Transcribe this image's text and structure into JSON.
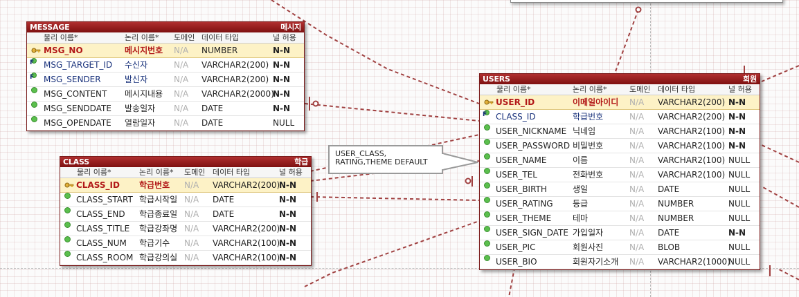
{
  "colors": {
    "header": "#8e1b1b",
    "relation_line": "#a04040",
    "pk_row": "#fdf2c6",
    "attr_dot": "#5bbf4d",
    "fk": "#17307a"
  },
  "column_headers": {
    "message": [
      "물리 이름*",
      "논리 이름*",
      "도메인",
      "데이터 타입",
      "널 허용"
    ],
    "class": [
      "물리 이름*",
      "논리 이름*",
      "도메인",
      "데이터 타입",
      "널 허용"
    ],
    "users": [
      "물리 이름*",
      "논리 이름*",
      "도메인",
      "데이터 타입",
      "널 허용"
    ]
  },
  "entities": {
    "message": {
      "name": "MESSAGE",
      "logical": "메시지",
      "rows": [
        {
          "kind": "pk",
          "icon": "key-icon",
          "physical": "MSG_NO",
          "logical": "메시지번호",
          "domain": "N/A",
          "type": "NUMBER",
          "null": "N-N"
        },
        {
          "kind": "fk",
          "icon": "foreign-key-icon",
          "physical": "MSG_TARGET_ID",
          "logical": "수신자",
          "domain": "N/A",
          "type": "VARCHAR2(200)",
          "null": "N-N"
        },
        {
          "kind": "fk",
          "icon": "foreign-key-icon",
          "physical": "MSG_SENDER",
          "logical": "발신자",
          "domain": "N/A",
          "type": "VARCHAR2(200)",
          "null": "N-N"
        },
        {
          "kind": "attr",
          "icon": "attribute-dot-icon",
          "physical": "MSG_CONTENT",
          "logical": "메시지내용",
          "domain": "N/A",
          "type": "VARCHAR2(2000)",
          "null": "N-N"
        },
        {
          "kind": "attr",
          "icon": "attribute-dot-icon",
          "physical": "MSG_SENDDATE",
          "logical": "발송일자",
          "domain": "N/A",
          "type": "DATE",
          "null": "N-N"
        },
        {
          "kind": "attr",
          "icon": "attribute-dot-icon",
          "physical": "MSG_OPENDATE",
          "logical": "열람일자",
          "domain": "N/A",
          "type": "DATE",
          "null": "NULL"
        }
      ]
    },
    "class": {
      "name": "CLASS",
      "logical": "학급",
      "rows": [
        {
          "kind": "pk",
          "icon": "key-icon",
          "physical": "CLASS_ID",
          "logical": "학급번호",
          "domain": "N/A",
          "type": "VARCHAR2(200)",
          "null": "N-N"
        },
        {
          "kind": "attr",
          "icon": "attribute-dot-icon",
          "physical": "CLASS_START",
          "logical": "학급시작일",
          "domain": "N/A",
          "type": "DATE",
          "null": "N-N"
        },
        {
          "kind": "attr",
          "icon": "attribute-dot-icon",
          "physical": "CLASS_END",
          "logical": "학급종료일",
          "domain": "N/A",
          "type": "DATE",
          "null": "N-N"
        },
        {
          "kind": "attr",
          "icon": "attribute-dot-icon",
          "physical": "CLASS_TITLE",
          "logical": "학급강좌명",
          "domain": "N/A",
          "type": "VARCHAR2(200)",
          "null": "N-N"
        },
        {
          "kind": "attr",
          "icon": "attribute-dot-icon",
          "physical": "CLASS_NUM",
          "logical": "학급기수",
          "domain": "N/A",
          "type": "VARCHAR2(100)",
          "null": "N-N"
        },
        {
          "kind": "attr",
          "icon": "attribute-dot-icon",
          "physical": "CLASS_ROOM",
          "logical": "학급강의실",
          "domain": "N/A",
          "type": "VARCHAR2(100)",
          "null": "N-N"
        }
      ]
    },
    "users": {
      "name": "USERS",
      "logical": "회원",
      "rows": [
        {
          "kind": "pk",
          "icon": "key-icon",
          "physical": "USER_ID",
          "logical": "이메일아이디",
          "domain": "N/A",
          "type": "VARCHAR2(200)",
          "null": "N-N"
        },
        {
          "kind": "fk",
          "icon": "foreign-key-icon",
          "physical": "CLASS_ID",
          "logical": "학급번호",
          "domain": "N/A",
          "type": "VARCHAR2(200)",
          "null": "N-N"
        },
        {
          "kind": "attr",
          "icon": "attribute-dot-icon",
          "physical": "USER_NICKNAME",
          "logical": "닉네임",
          "domain": "N/A",
          "type": "VARCHAR2(100)",
          "null": "N-N"
        },
        {
          "kind": "attr",
          "icon": "attribute-dot-icon",
          "physical": "USER_PASSWORD",
          "logical": "비밀번호",
          "domain": "N/A",
          "type": "VARCHAR2(100)",
          "null": "N-N"
        },
        {
          "kind": "attr",
          "icon": "attribute-dot-icon",
          "physical": "USER_NAME",
          "logical": "이름",
          "domain": "N/A",
          "type": "VARCHAR2(100)",
          "null": "NULL"
        },
        {
          "kind": "attr",
          "icon": "attribute-dot-icon",
          "physical": "USER_TEL",
          "logical": "전화번호",
          "domain": "N/A",
          "type": "VARCHAR2(100)",
          "null": "NULL"
        },
        {
          "kind": "attr",
          "icon": "attribute-dot-icon",
          "physical": "USER_BIRTH",
          "logical": "생일",
          "domain": "N/A",
          "type": "DATE",
          "null": "NULL"
        },
        {
          "kind": "attr",
          "icon": "attribute-dot-icon",
          "physical": "USER_RATING",
          "logical": "등급",
          "domain": "N/A",
          "type": "NUMBER",
          "null": "NULL"
        },
        {
          "kind": "attr",
          "icon": "attribute-dot-icon",
          "physical": "USER_THEME",
          "logical": "테마",
          "domain": "N/A",
          "type": "NUMBER",
          "null": "NULL"
        },
        {
          "kind": "attr",
          "icon": "attribute-dot-icon",
          "physical": "USER_SIGN_DATE",
          "logical": "가입일자",
          "domain": "N/A",
          "type": "DATE",
          "null": "N-N"
        },
        {
          "kind": "attr",
          "icon": "attribute-dot-icon",
          "physical": "USER_PIC",
          "logical": "회원사진",
          "domain": "N/A",
          "type": "BLOB",
          "null": "NULL"
        },
        {
          "kind": "attr",
          "icon": "attribute-dot-icon",
          "physical": "USER_BIO",
          "logical": "회원자기소개",
          "domain": "N/A",
          "type": "VARCHAR2(1000)",
          "null": "NULL"
        }
      ]
    }
  },
  "note": {
    "text": "USER_CLASS,\nRATING,THEME DEFAULT"
  }
}
